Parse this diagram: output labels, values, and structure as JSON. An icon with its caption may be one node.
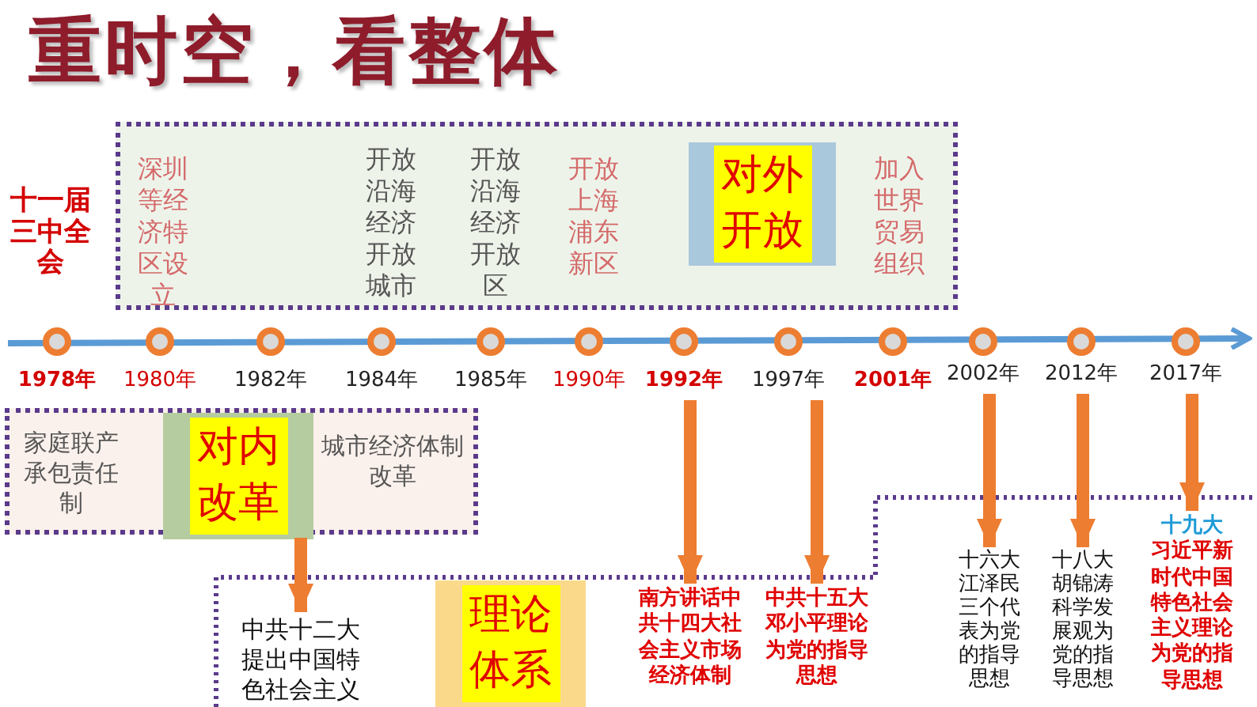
{
  "diagram": {
    "title": "重时空，看整体",
    "nodes": [
      {
        "text": [],
        "shape": "box"
      },
      {
        "text": [
          "深圳等经济特区设立"
        ],
        "in": 0
      },
      {
        "text": [
          "开放沿海经济开放城市"
        ],
        "in": 0
      },
      {
        "text": [
          "开放沿海经济开放区"
        ],
        "in": 0
      },
      {
        "text": [
          "开放上海浦东新区"
        ],
        "in": 0
      },
      {
        "text": [
          "对外开放"
        ],
        "in": 0
      },
      {
        "text": [
          "加入世界贸易组织"
        ],
        "in": 0
      },
      {
        "text": [],
        "shape": "box"
      },
      {
        "text": [
          "家庭联产承包责任制"
        ],
        "in": 7
      },
      {
        "text": [
          "对内改革"
        ],
        "in": 7
      },
      {
        "text": [
          "城市经济体制改革"
        ],
        "in": 7
      },
      {
        "text": [],
        "shape": "box"
      },
      {
        "text": [
          "中共十二大提出中国特色社会主义"
        ],
        "in": 11
      },
      {
        "text": [
          "理论体系"
        ],
        "in": 11
      },
      {
        "text": [
          "南方讲话中共十四大社会主义市场经济体制"
        ],
        "in": 11
      },
      {
        "text": [
          "中共十五大邓小平理论为党的指导思想"
        ],
        "in": 11
      },
      {
        "text": [
          "十六大江泽民三个代表为党的指导思想"
        ],
        "in": 11
      },
      {
        "text": [
          "十八大胡锦涛科学发展观为党的指导思想"
        ],
        "in": 11
      },
      {
        "text": [
          "十九大",
          "习近平新时代中国特色社会主义理论为党的指导思想"
        ],
        "in": 11
      },
      {
        "text": [
          "1978年"
        ]
      },
      {
        "text": [
          "1980年"
        ]
      },
      {
        "text": [
          "1982年"
        ]
      },
      {
        "text": [
          "1984年"
        ]
      },
      {
        "text": [
          "1985年"
        ]
      },
      {
        "text": [
          "1990年"
        ]
      },
      {
        "text": [
          "1992年"
        ]
      },
      {
        "text": [
          "1997年"
        ]
      },
      {
        "text": [
          "2001年"
        ]
      },
      {
        "text": [
          "2002年"
        ]
      },
      {
        "text": [
          "2012年"
        ]
      },
      {
        "text": [
          "2017年"
        ]
      }
    ],
    "edges": [
      {
        "from": 7,
        "to": 12,
        "arrow": "to"
      },
      {
        "from": 25,
        "to": 14,
        "arrow": "to"
      },
      {
        "from": 26,
        "to": 15,
        "arrow": "to"
      },
      {
        "from": 28,
        "to": 16,
        "arrow": "to"
      },
      {
        "from": 29,
        "to": 17,
        "arrow": "to"
      },
      {
        "from": 30,
        "to": 18,
        "arrow": "to"
      }
    ],
    "labels": [
      "十一届三中全会"
    ]
  }
}
